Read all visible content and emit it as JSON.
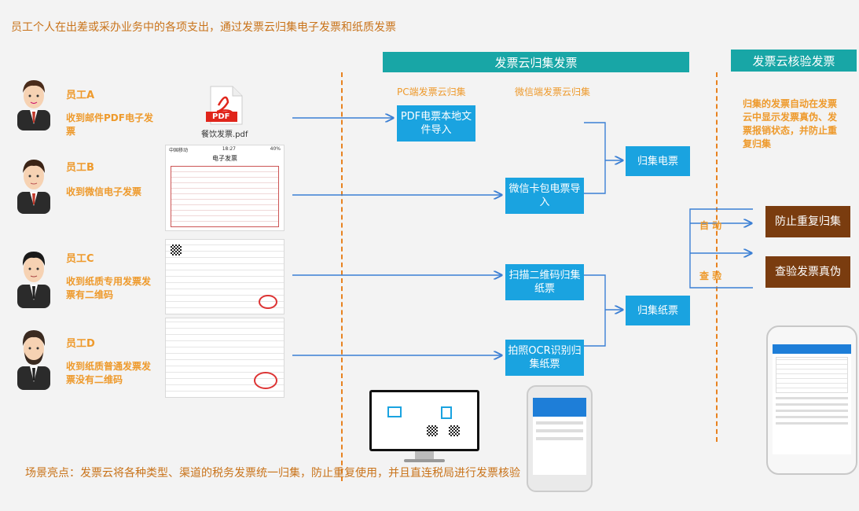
{
  "title": "员工个人在出差或采办业务中的各项支出，通过发票云归集电子发票和纸质发票",
  "headers": {
    "collect": "发票云归集发票",
    "verify": "发票云核验发票"
  },
  "subheaders": {
    "pc": "PC端发票云归集",
    "wechat": "微信端发票云归集"
  },
  "employees": [
    {
      "name": "员工A",
      "desc": "收到邮件PDF电子发票"
    },
    {
      "name": "员工B",
      "desc": "收到微信电子发票"
    },
    {
      "name": "员工C",
      "desc": "收到纸质专用发票发票有二维码"
    },
    {
      "name": "员工D",
      "desc": "收到纸质普通发票发票没有二维码"
    }
  ],
  "pdf_file": {
    "badge": "PDF",
    "filename": "餐饮发票.pdf"
  },
  "phone_status": {
    "carrier": "中国移动",
    "time": "18:27",
    "battery": "40%",
    "title": "电子发票"
  },
  "boxes": {
    "pdf_import": "PDF电票本地文件导入",
    "wechat_import": "微信卡包电票导入",
    "scan_qr": "扫描二维码归集纸票",
    "ocr": "拍照OCR识别归集纸票",
    "e_invoice": "归集电票",
    "paper_invoice": "归集纸票"
  },
  "verify_note": "归集的发票自动在发票云中显示发票真伪、发票报销状态，并防止重复归集",
  "labels": {
    "auto": "自  动",
    "check": "查  验"
  },
  "results": {
    "dedupe": "防止重复归集",
    "verify": "查验发票真伪"
  },
  "footer": "场景亮点：发票云将各种类型、渠道的税务发票统一归集，防止重复使用，并且直连税局进行发票核验",
  "colors": {
    "teal": "#18a6a6",
    "blue": "#1aa3e0",
    "brown": "#7a3c0f",
    "orange": "#ee9a2c",
    "arrow": "#3b7fd4"
  }
}
